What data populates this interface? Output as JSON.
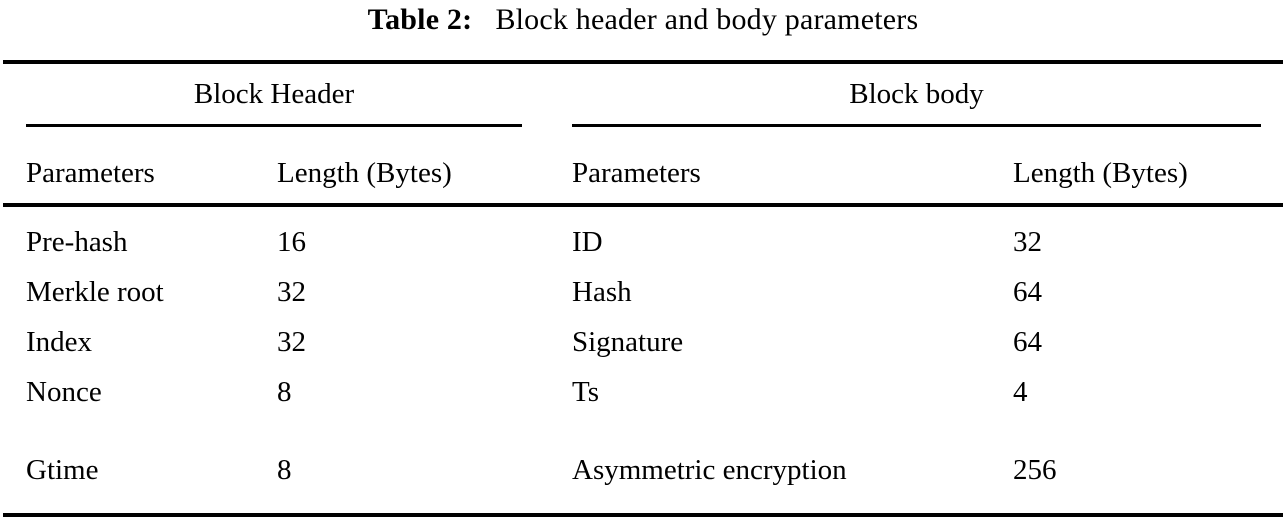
{
  "caption": {
    "label": "Table 2:",
    "text": "Block header and body parameters"
  },
  "groups": [
    {
      "title": "Block Header"
    },
    {
      "title": "Block body"
    }
  ],
  "column_headers": {
    "parameters": "Parameters",
    "length": "Length (Bytes)"
  },
  "block_header_rows": [
    {
      "parameter": "Pre-hash",
      "length": "16"
    },
    {
      "parameter": "Merkle root",
      "length": "32"
    },
    {
      "parameter": "Index",
      "length": "32"
    },
    {
      "parameter": "Nonce",
      "length": "8"
    },
    {
      "parameter": "Gtime",
      "length": "8"
    }
  ],
  "block_body_rows": [
    {
      "parameter": "ID",
      "length": "32"
    },
    {
      "parameter": "Hash",
      "length": "64"
    },
    {
      "parameter": "Signature",
      "length": "64"
    },
    {
      "parameter": "Ts",
      "length": "4"
    },
    {
      "parameter": "Asymmetric encryption",
      "length": "256"
    }
  ],
  "colors": {
    "text": "#000000",
    "background": "#ffffff",
    "rule": "#000000"
  }
}
